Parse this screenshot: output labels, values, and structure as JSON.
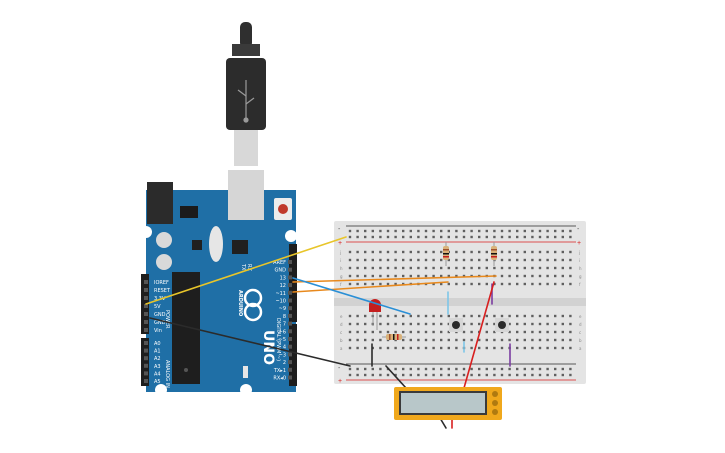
{
  "board": {
    "uno_label": "UNO",
    "brand_label": "ARDUINO",
    "digital_label": "DIGITAL (PWM ~)",
    "analog_label": "ANALOG IN",
    "power_label": "POWER",
    "tx_label": "TX",
    "rx_label": "RX",
    "left_pins": [
      "IOREF",
      "RESET",
      "3.3V",
      "5V",
      "GND",
      "GND",
      "Vin"
    ],
    "analog_pins": [
      "A0",
      "A1",
      "A2",
      "A3",
      "A4",
      "A5"
    ],
    "digital_pins": [
      "AREF",
      "GND",
      "13",
      "12",
      "~11",
      "~10",
      "~9",
      "8",
      "7",
      "~6",
      "~5",
      "4",
      "~3",
      "2",
      "TX▸1",
      "RX◂0"
    ]
  },
  "breadboard": {
    "plus_label": "+",
    "minus_label": "-",
    "row_letters_top": [
      "j",
      "i",
      "h",
      "g",
      "f"
    ],
    "row_letters_bottom": [
      "e",
      "d",
      "c",
      "b",
      "a"
    ]
  },
  "lcd": {
    "text": ""
  },
  "colors": {
    "board": "#1f6fa6",
    "breadboard": "#e4e4e4",
    "wire_yellow": "#e8c52a",
    "wire_orange": "#e8891d",
    "wire_blue": "#2a8fd6",
    "wire_red": "#d81f1f",
    "wire_purple": "#7a3ca0",
    "wire_black": "#2b2b2b",
    "led_red": "#c41e1e",
    "lcd_frame": "#f0a81c",
    "lcd_screen": "#b8c7c9"
  }
}
